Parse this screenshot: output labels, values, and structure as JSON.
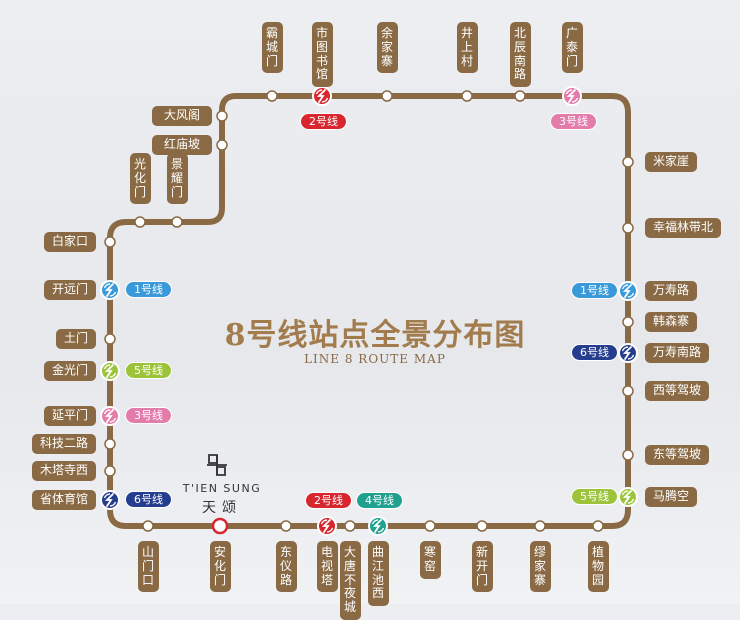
{
  "colors": {
    "brown": "#8a6a45",
    "line1": "#3a9ad9",
    "line2": "#d7262e",
    "line3": "#e37bab",
    "line4": "#20a08f",
    "line5": "#9cc43a",
    "line6": "#253d8e"
  },
  "map": {
    "title": "8号线站点全景分布图",
    "subtitle": "LINE 8 ROUTE MAP",
    "brand": {
      "en": "T'IEN SUNG",
      "cn": "天颂"
    }
  },
  "top_stations": [
    "霸城门",
    "市图书馆",
    "余家寨",
    "井上村",
    "北辰南路",
    "广泰门"
  ],
  "upper_left_stations": [
    "大风阁",
    "红庙坡"
  ],
  "left_vertical_stations": [
    "光化门",
    "景耀门"
  ],
  "left_stations": [
    "白家口",
    "开远门",
    "土门",
    "金光门",
    "延平门",
    "科技二路",
    "木塔寺西",
    "省体育馆"
  ],
  "right_stations": [
    "米家崖",
    "幸福林带北",
    "万寿路",
    "韩森寨",
    "万寿南路",
    "西等驾坡",
    "东等驾坡",
    "马腾空"
  ],
  "bottom_stations": [
    "山门口",
    "安化门",
    "东仪路",
    "电视塔",
    "大唐不夜城",
    "曲江池西",
    "寒窑",
    "新开门",
    "缪家寨",
    "植物园"
  ],
  "transfers": [
    {
      "station": "市图书馆",
      "line": "2号线",
      "color": "line2"
    },
    {
      "station": "广泰门",
      "line": "3号线",
      "color": "line3"
    },
    {
      "station": "开远门",
      "line": "1号线",
      "color": "line1"
    },
    {
      "station": "金光门",
      "line": "5号线",
      "color": "line5"
    },
    {
      "station": "延平门",
      "line": "3号线",
      "color": "line3"
    },
    {
      "station": "省体育馆",
      "line": "6号线",
      "color": "line6"
    },
    {
      "station": "万寿路",
      "line": "1号线",
      "color": "line1"
    },
    {
      "station": "万寿南路",
      "line": "6号线",
      "color": "line6"
    },
    {
      "station": "马腾空",
      "line": "5号线",
      "color": "line5"
    },
    {
      "station": "电视塔",
      "line": "2号线",
      "color": "line2"
    },
    {
      "station": "曲江池西",
      "line": "4号线",
      "color": "line4"
    }
  ]
}
